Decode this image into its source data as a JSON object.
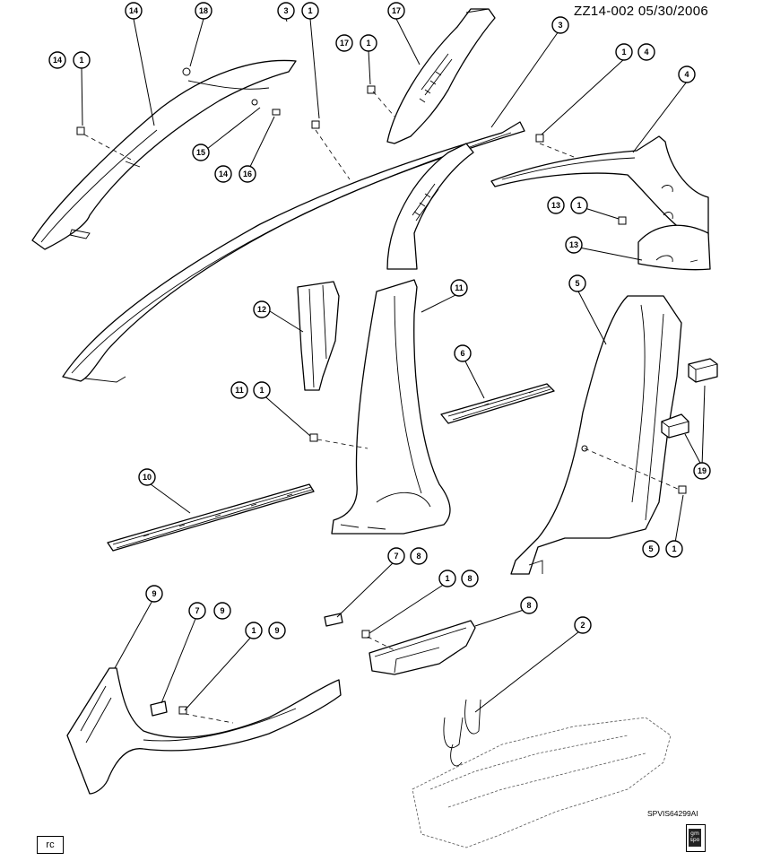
{
  "header": {
    "diagram_code": "ZZ14-002  05/30/2006"
  },
  "footer": {
    "ref_code": "SPVIS64299AI",
    "rc_label": "rc",
    "logo_text": "gm spo"
  },
  "callouts": [
    {
      "id": "c14-top",
      "label": "14"
    },
    {
      "id": "c18",
      "label": "18"
    },
    {
      "id": "c3-top",
      "label": "3"
    },
    {
      "id": "c1-top",
      "label": "1"
    },
    {
      "id": "c17-top",
      "label": "17"
    },
    {
      "id": "c3-right",
      "label": "3"
    },
    {
      "id": "c14-left",
      "label": "14"
    },
    {
      "id": "c1-left",
      "label": "1"
    },
    {
      "id": "c17-mid",
      "label": "17"
    },
    {
      "id": "c1-17",
      "label": "1"
    },
    {
      "id": "c1-4",
      "label": "1"
    },
    {
      "id": "c4-a",
      "label": "4"
    },
    {
      "id": "c4-b",
      "label": "4"
    },
    {
      "id": "c15",
      "label": "15"
    },
    {
      "id": "c14-16a",
      "label": "14"
    },
    {
      "id": "c16",
      "label": "16"
    },
    {
      "id": "c13-a",
      "label": "13"
    },
    {
      "id": "c1-13",
      "label": "1"
    },
    {
      "id": "c13-b",
      "label": "13"
    },
    {
      "id": "c11-a",
      "label": "11"
    },
    {
      "id": "c12",
      "label": "12"
    },
    {
      "id": "c5-a",
      "label": "5"
    },
    {
      "id": "c6",
      "label": "6"
    },
    {
      "id": "c11-b",
      "label": "11"
    },
    {
      "id": "c1-11",
      "label": "1"
    },
    {
      "id": "c19",
      "label": "19"
    },
    {
      "id": "c10",
      "label": "10"
    },
    {
      "id": "c5-b",
      "label": "5"
    },
    {
      "id": "c1-5",
      "label": "1"
    },
    {
      "id": "c7-a",
      "label": "7"
    },
    {
      "id": "c8-a",
      "label": "8"
    },
    {
      "id": "c1-8",
      "label": "1"
    },
    {
      "id": "c8-b",
      "label": "8"
    },
    {
      "id": "c8-c",
      "label": "8"
    },
    {
      "id": "c9-a",
      "label": "9"
    },
    {
      "id": "c7-b",
      "label": "7"
    },
    {
      "id": "c9-b",
      "label": "9"
    },
    {
      "id": "c1-9",
      "label": "1"
    },
    {
      "id": "c9-c",
      "label": "9"
    },
    {
      "id": "c2",
      "label": "2"
    }
  ]
}
